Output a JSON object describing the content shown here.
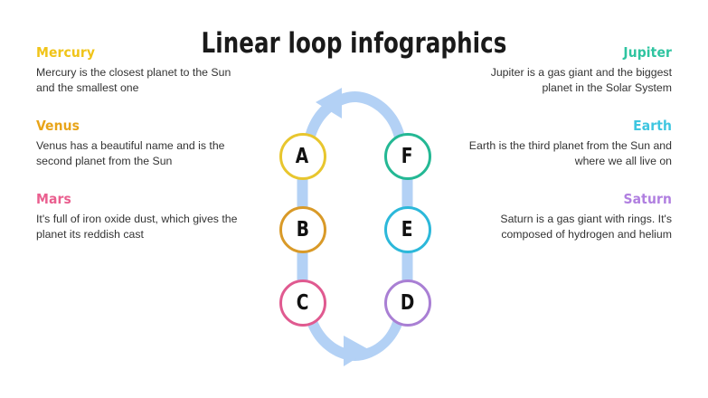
{
  "slide": {
    "title": "Linear loop infographics",
    "background_color": "#ffffff"
  },
  "left_column": {
    "entries": [
      {
        "heading": "Mercury",
        "color": "#f0c419",
        "body": "Mercury is the closest planet to the Sun and the smallest one",
        "node": "A"
      },
      {
        "heading": "Venus",
        "color": "#e8a419",
        "body": "Venus has a beautiful name and is the second planet from the Sun",
        "node": "B"
      },
      {
        "heading": "Mars",
        "color": "#ea5f8f",
        "body": "It's full of iron oxide dust, which gives the planet its reddish cast",
        "node": "C"
      }
    ]
  },
  "right_column": {
    "entries": [
      {
        "heading": "Jupiter",
        "color": "#2ec4a0",
        "body": "Jupiter is a gas giant and the biggest planet in the Solar System",
        "node": "F"
      },
      {
        "heading": "Earth",
        "color": "#3ec6e0",
        "body": "Earth is the third planet from the Sun and where we all live on",
        "node": "E"
      },
      {
        "heading": "Saturn",
        "color": "#b07fe0",
        "body": "Saturn is a gas giant with rings. It's composed of hydrogen and helium",
        "node": "D"
      }
    ]
  },
  "diagram": {
    "connector_color": "#b3d1f5",
    "arrow_color": "#b3d1f5",
    "nodes": [
      {
        "label": "A",
        "color": "#e8c62e",
        "column": "left",
        "row": 1
      },
      {
        "label": "B",
        "color": "#d99a28",
        "column": "left",
        "row": 2
      },
      {
        "label": "C",
        "color": "#e05a90",
        "column": "left",
        "row": 3
      },
      {
        "label": "D",
        "color": "#a97fd4",
        "column": "right",
        "row": 3
      },
      {
        "label": "E",
        "color": "#2cb8da",
        "column": "right",
        "row": 2
      },
      {
        "label": "F",
        "color": "#24b894",
        "column": "right",
        "row": 1
      }
    ],
    "top_arrow_direction": "left",
    "bottom_arrow_direction": "right"
  }
}
